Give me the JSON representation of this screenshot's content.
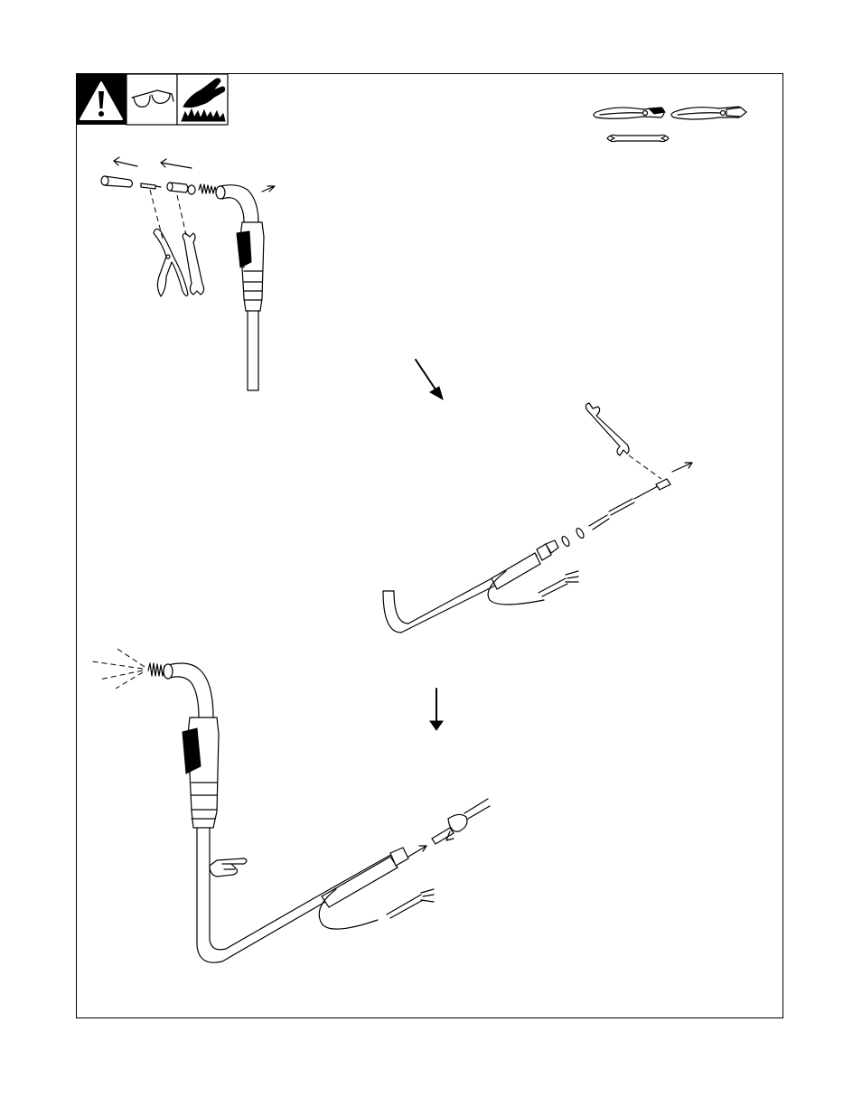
{
  "page": {
    "icons": {
      "safety": [
        "warning-triangle-icon",
        "safety-glasses-icon",
        "hot-surface-hand-icon"
      ],
      "tools": [
        "diagonal-cutters-icon",
        "pliers-icon",
        "open-end-wrench-icon"
      ]
    },
    "steps": [
      "remove-nozzle-and-contact-tip",
      "remove-liner-from-cable-end",
      "blow-out-and-install-new-liner"
    ],
    "colors": {
      "line": "#000000",
      "background": "#ffffff"
    }
  }
}
